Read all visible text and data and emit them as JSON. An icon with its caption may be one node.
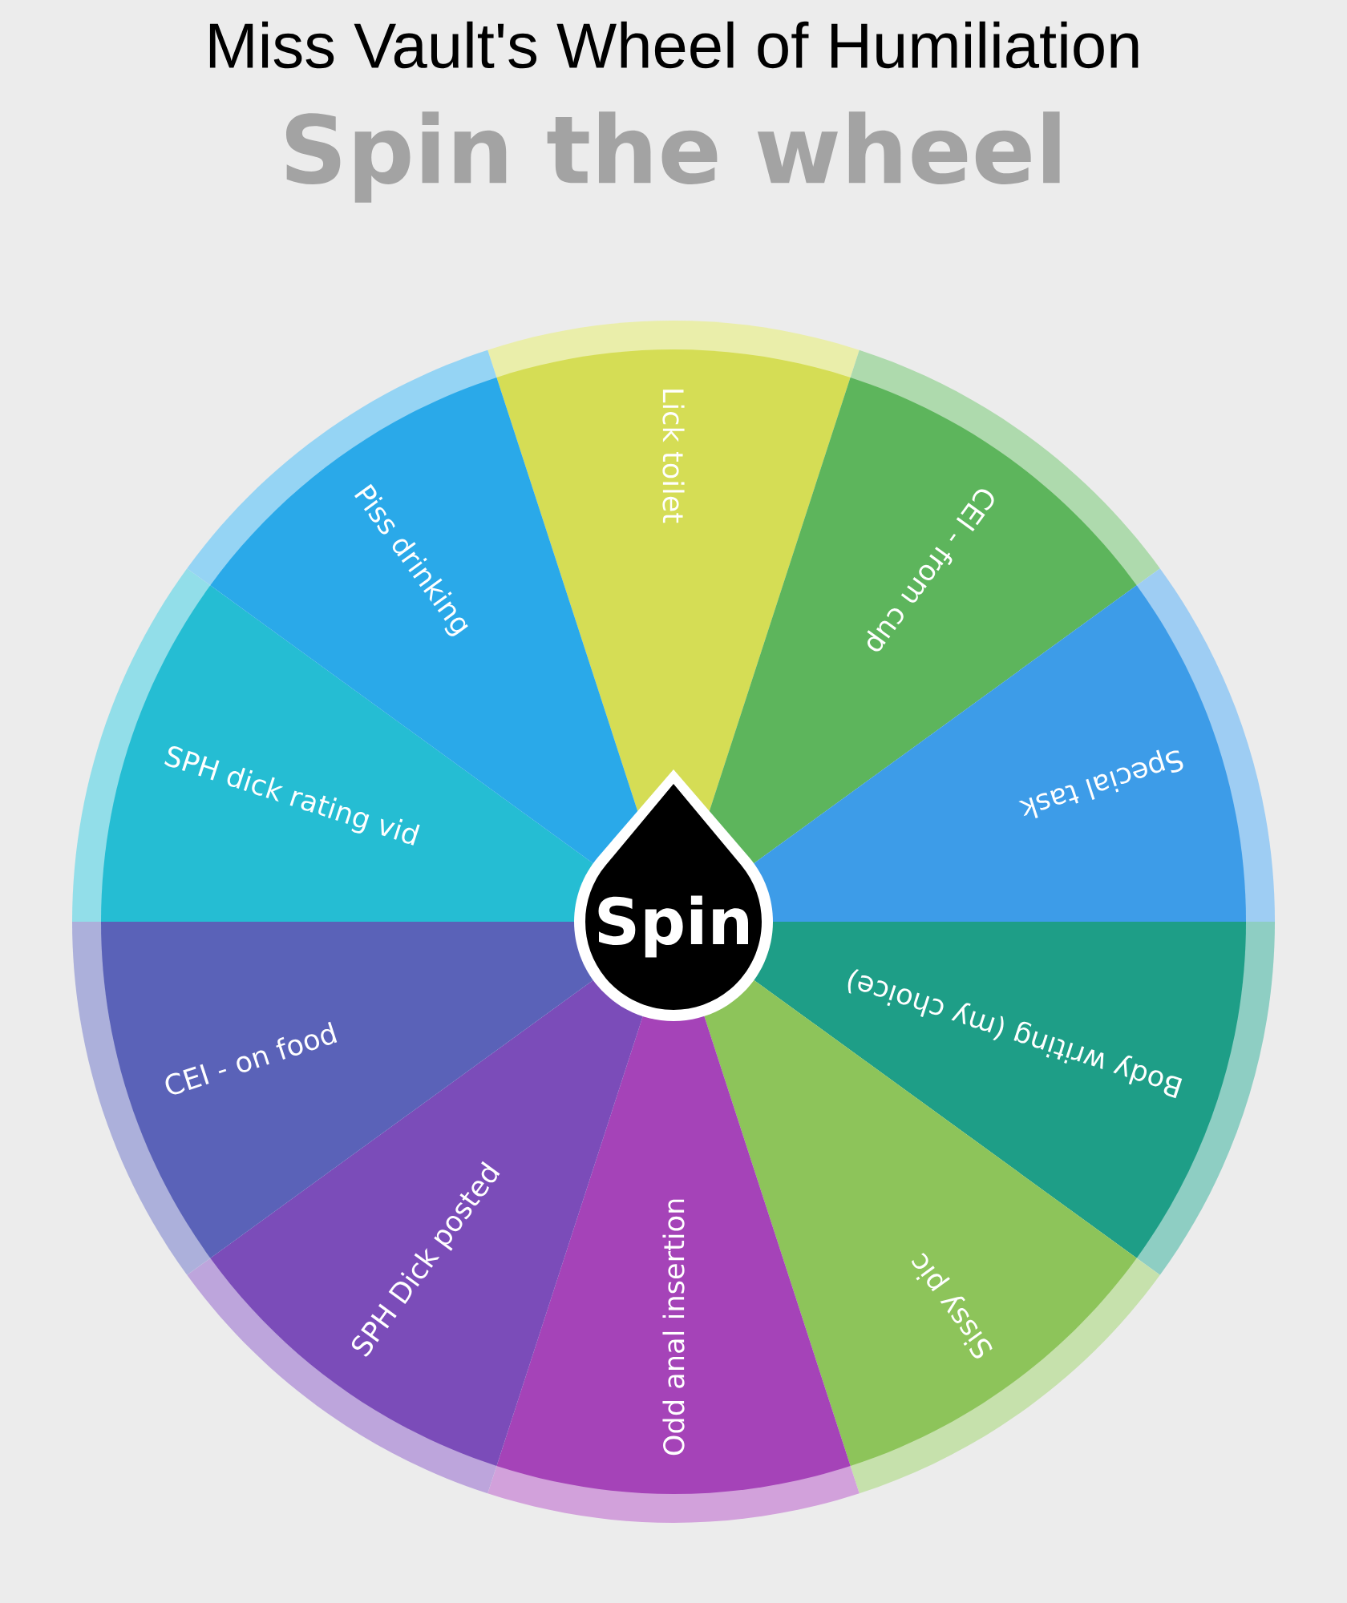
{
  "diagram": {
    "title": "Miss Vault's Wheel of Humiliation",
    "nodes": [
      {
        "text": [
          "Lick toilet"
        ]
      },
      {
        "text": [
          "CEI - from cup"
        ]
      },
      {
        "text": [
          "Special task"
        ]
      },
      {
        "text": [
          "Body writing (my choice)"
        ]
      },
      {
        "text": [
          "Sissy pic"
        ]
      },
      {
        "text": [
          "Odd anal insertion"
        ]
      },
      {
        "text": [
          "SPH Dick posted"
        ]
      },
      {
        "text": [
          "CEI - on food"
        ]
      },
      {
        "text": [
          "SPH dick rating vid"
        ]
      },
      {
        "text": [
          "Piss drinking"
        ]
      },
      {
        "text": [
          "Spin"
        ]
      }
    ],
    "labels": [
      "Spin the wheel"
    ]
  }
}
